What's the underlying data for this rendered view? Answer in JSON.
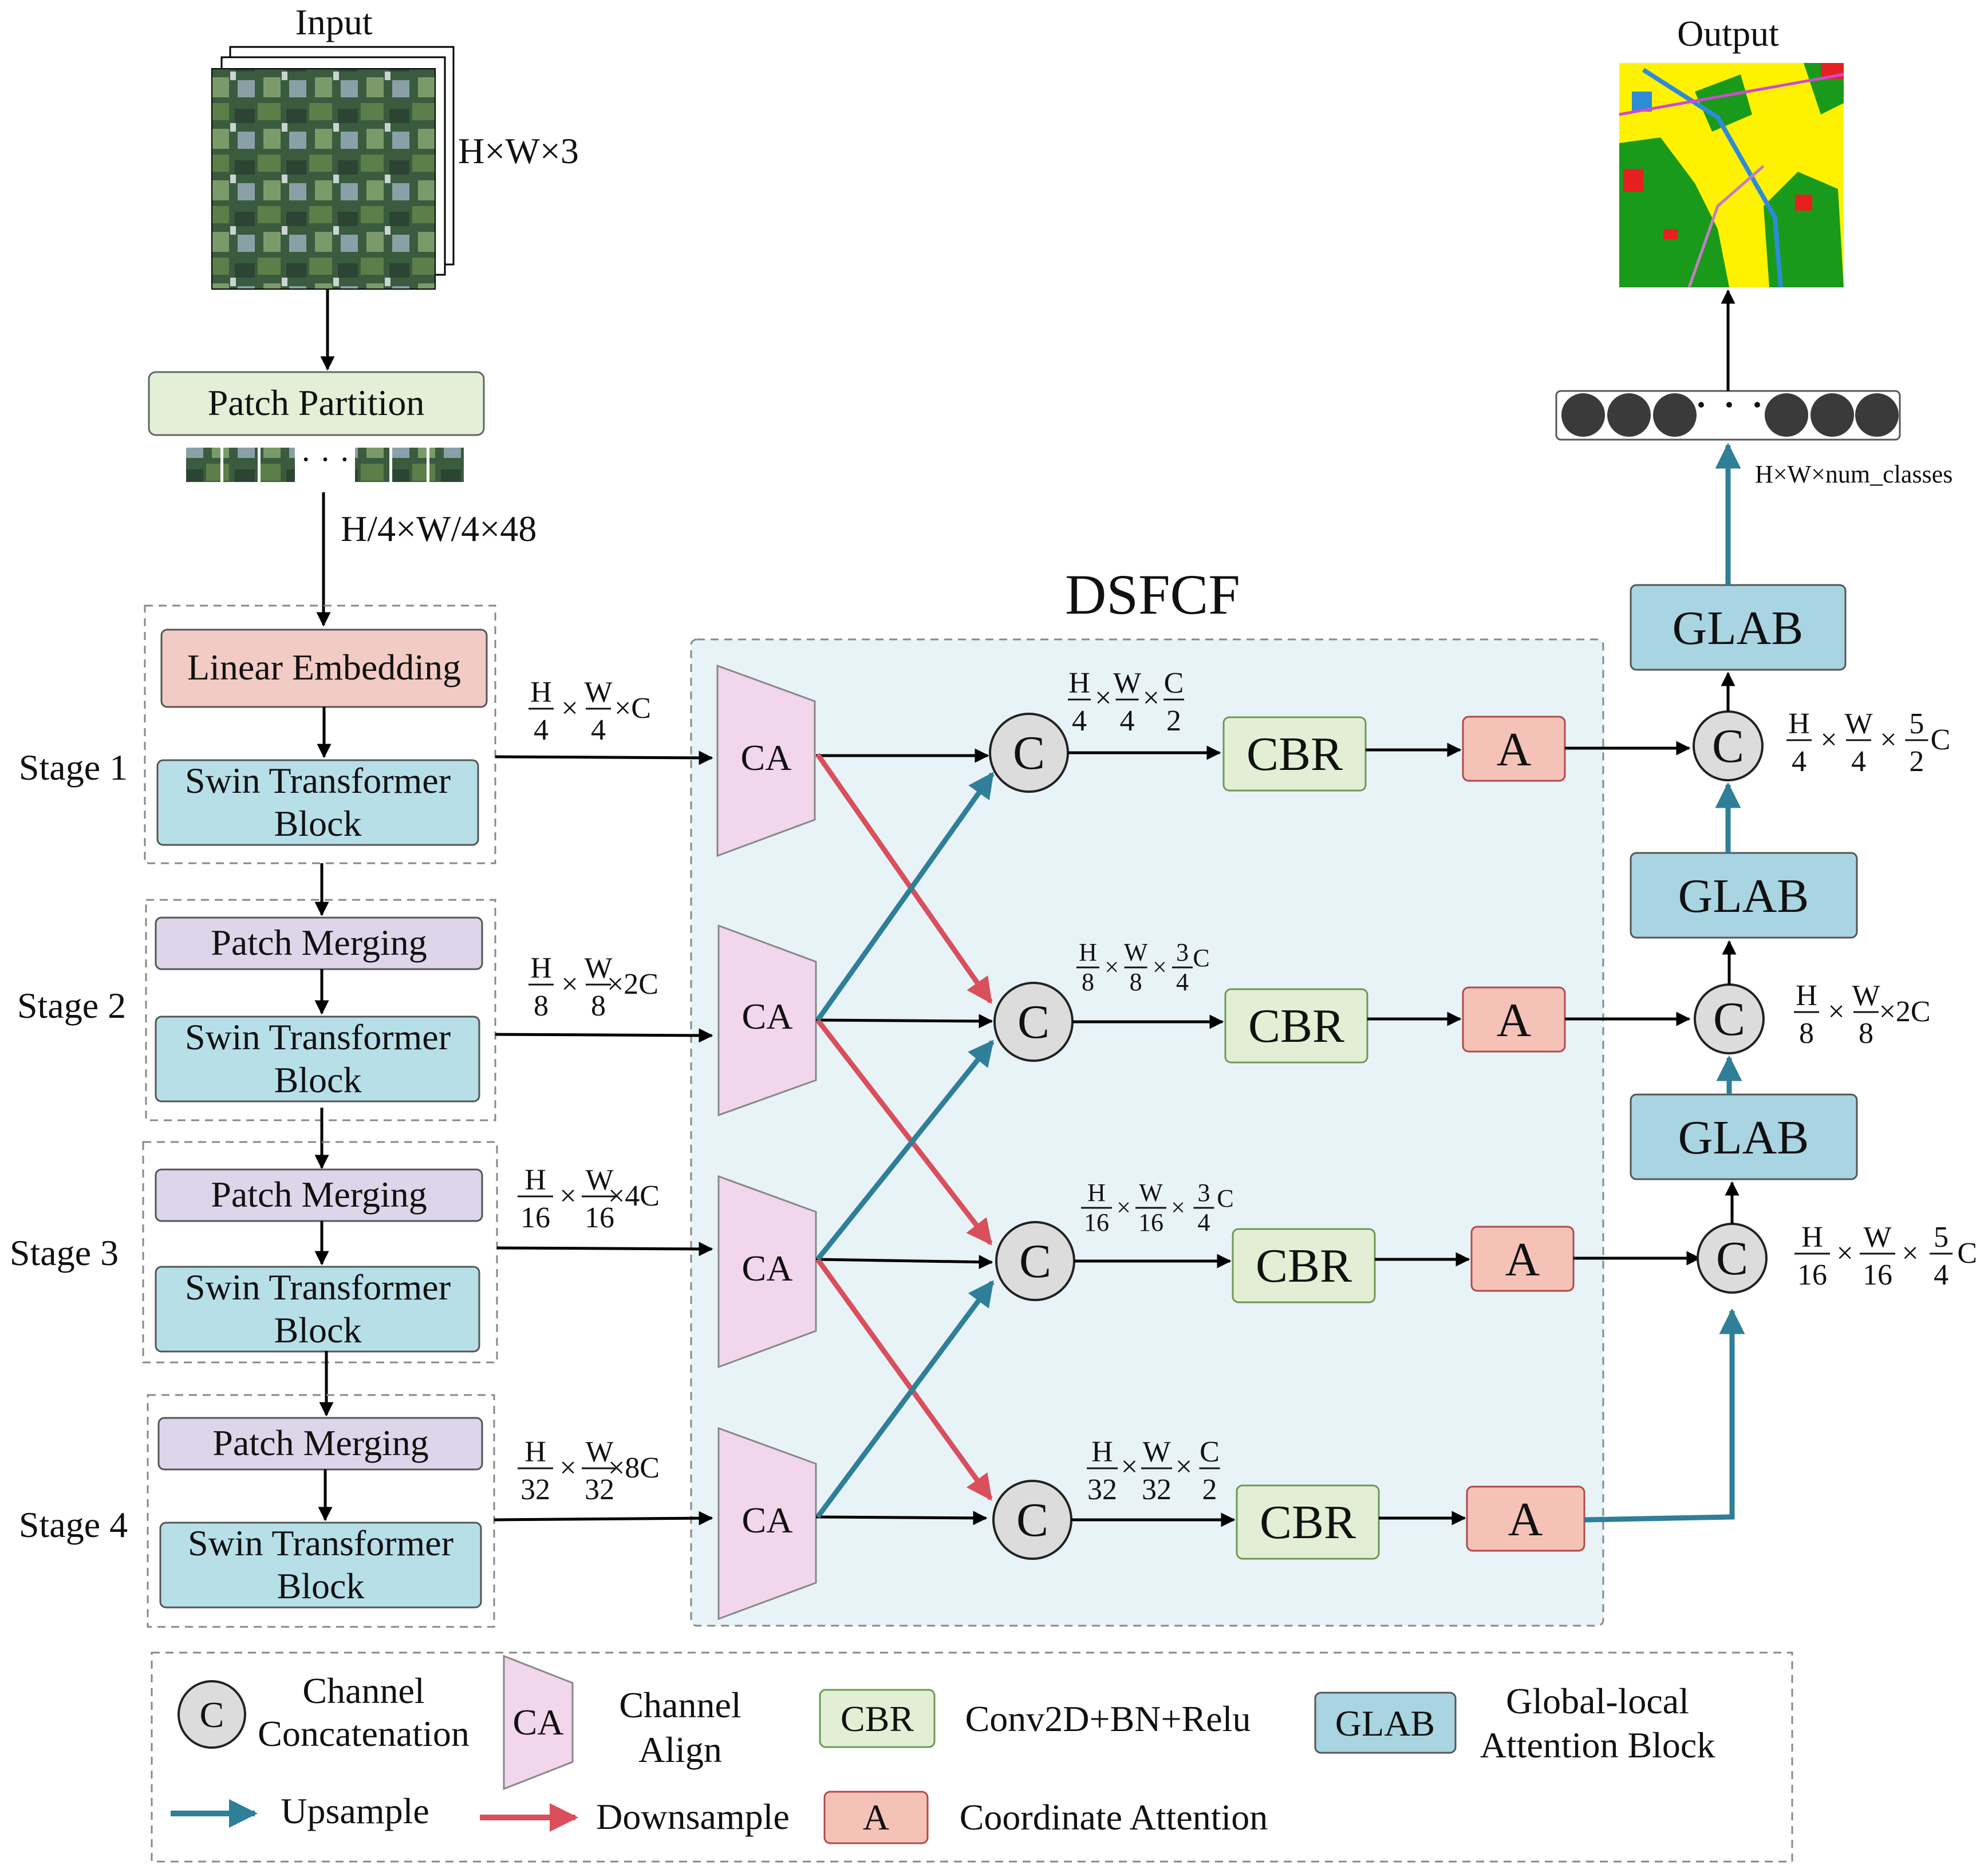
{
  "title": "DSFCF",
  "input": {
    "label": "Input",
    "dims": "H×W×3"
  },
  "output": {
    "label": "Output",
    "dims": "H×W×num_classes"
  },
  "patch_partition": {
    "label": "Patch Partition",
    "dims": "H/4×W/4×48",
    "ellipsis": "· · ·"
  },
  "encoder": {
    "linear_embedding": "Linear Embedding",
    "patch_merging": "Patch Merging",
    "swin_line1": "Swin  Transformer",
    "swin_line2": "Block",
    "stages": [
      "Stage 1",
      "Stage 2",
      "Stage 3",
      "Stage 4"
    ]
  },
  "feature_dims": [
    {
      "h": "H",
      "hd": "4",
      "w": "W",
      "wd": "4",
      "x": "×",
      "c": "×C"
    },
    {
      "h": "H",
      "hd": "8",
      "w": "W",
      "wd": "8",
      "x": "×",
      "c": "×2C"
    },
    {
      "h": "H",
      "hd": "16",
      "w": "W",
      "wd": "16",
      "x": "×",
      "c": "×4C"
    },
    {
      "h": "H",
      "hd": "32",
      "w": "W",
      "wd": "32",
      "x": "×",
      "c": "×8C"
    }
  ],
  "concat_dims": [
    {
      "h": "H",
      "hd": "4",
      "w": "W",
      "wd": "4",
      "cn": "C",
      "cd": "2",
      "suffix": ""
    },
    {
      "h": "H",
      "hd": "8",
      "w": "W",
      "wd": "8",
      "cn": "3",
      "cd": "4",
      "suffix": "C"
    },
    {
      "h": "H",
      "hd": "16",
      "w": "W",
      "wd": "16",
      "cn": "3",
      "cd": "4",
      "suffix": "C"
    },
    {
      "h": "H",
      "hd": "32",
      "w": "W",
      "wd": "32",
      "cn": "C",
      "cd": "2",
      "suffix": ""
    }
  ],
  "right_dims": [
    {
      "h": "H",
      "hd": "4",
      "w": "W",
      "wd": "4",
      "cn": "5",
      "cd": "2",
      "suffix": "C"
    },
    {
      "h": "H",
      "hd": "8",
      "w": "W",
      "wd": "8",
      "suffix": "×2C"
    },
    {
      "h": "H",
      "hd": "16",
      "w": "W",
      "wd": "16",
      "cn": "5",
      "cd": "4",
      "suffix": "C"
    }
  ],
  "blocks": {
    "ca": "CA",
    "concat": "C",
    "cbr": "CBR",
    "attn": "A",
    "glab": "GLAB",
    "dots": "· · ·"
  },
  "legend": {
    "concat_sym": "C",
    "concat_l1": "Channel",
    "concat_l2": "Concatenation",
    "ca_sym": "CA",
    "ca_l1": "Channel",
    "ca_l2": "Align",
    "cbr_sym": "CBR",
    "cbr_text": "Conv2D+BN+Relu",
    "glab_sym": "GLAB",
    "glab_l1": "Global-local",
    "glab_l2": "Attention Block",
    "up_text": "Upsample",
    "down_text": "Downsample",
    "a_sym": "A",
    "a_text": "Coordinate  Attention"
  },
  "colors": {
    "embed": "#f2cbc4",
    "swin": "#b7dfe8",
    "merge": "#ddd6ea",
    "partition": "#e3efd6",
    "ca": "#f2d6ec",
    "cbr": "#e3efd4",
    "attn": "#f5c2b8",
    "glab": "#a9d4e2",
    "dsfcf_bg": "#e8f3f8",
    "upsample": "#2f7f98",
    "downsample": "#d94f5c",
    "seg_green": "#1a9a1a",
    "seg_yellow": "#fff200",
    "seg_red": "#e62020",
    "seg_blue": "#2e8bd6"
  }
}
